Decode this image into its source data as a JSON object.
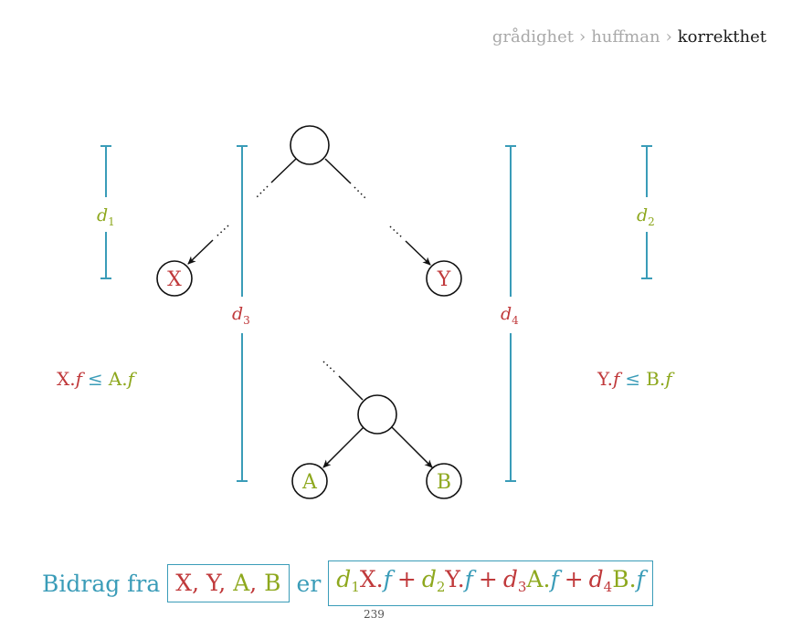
{
  "breadcrumb": {
    "items": [
      "grådighet",
      "huffman",
      "korrekthet"
    ],
    "separator": "›"
  },
  "diagram": {
    "nodes": {
      "x": "X",
      "y": "Y",
      "a": "A",
      "b": "B"
    },
    "brackets": {
      "d1": {
        "letter": "d",
        "sub": "1"
      },
      "d2": {
        "letter": "d",
        "sub": "2"
      },
      "d3": {
        "letter": "d",
        "sub": "3"
      },
      "d4": {
        "letter": "d",
        "sub": "4"
      }
    },
    "inequalities": {
      "left": {
        "lhs": "X.",
        "lhs_f": "f",
        "op": "≤",
        "rhs": "A.",
        "rhs_f": "f"
      },
      "right": {
        "lhs": "Y.",
        "lhs_f": "f",
        "op": "≤",
        "rhs": "B.",
        "rhs_f": "f"
      }
    }
  },
  "bottom": {
    "prefix": "Bidrag fra",
    "set": {
      "x": "X",
      "y": "Y",
      "a": "A",
      "b": "B",
      "comma": ","
    },
    "mid": "er",
    "terms": [
      {
        "d": "d",
        "sub": "1",
        "node": "X",
        "dot": ".",
        "f": "f"
      },
      {
        "d": "d",
        "sub": "2",
        "node": "Y",
        "dot": ".",
        "f": "f"
      },
      {
        "d": "d",
        "sub": "3",
        "node": "A",
        "dot": ".",
        "f": "f"
      },
      {
        "d": "d",
        "sub": "4",
        "node": "B",
        "dot": ".",
        "f": "f"
      }
    ],
    "plus": "+"
  },
  "page_number": "239",
  "colors": {
    "red": "#c0393b",
    "green": "#8ea81e",
    "blue": "#3a9cb8",
    "muted": "#a9a9a9"
  }
}
